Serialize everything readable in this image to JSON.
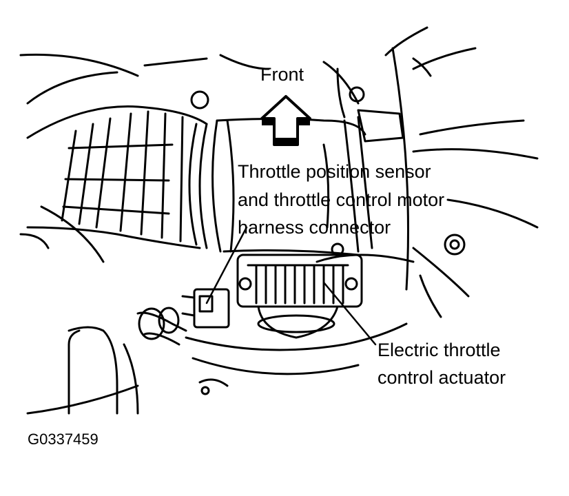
{
  "labels": {
    "front": "Front",
    "tps_line1": "Throttle position sensor",
    "tps_line2": "and throttle control motor",
    "tps_line3": "harness connector",
    "actuator_line1": "Electric throttle",
    "actuator_line2": "control actuator",
    "figure_id": "G0337459"
  },
  "colors": {
    "ink": "#000000",
    "paper": "#ffffff"
  },
  "icons": {
    "direction": "arrow-up-icon"
  }
}
